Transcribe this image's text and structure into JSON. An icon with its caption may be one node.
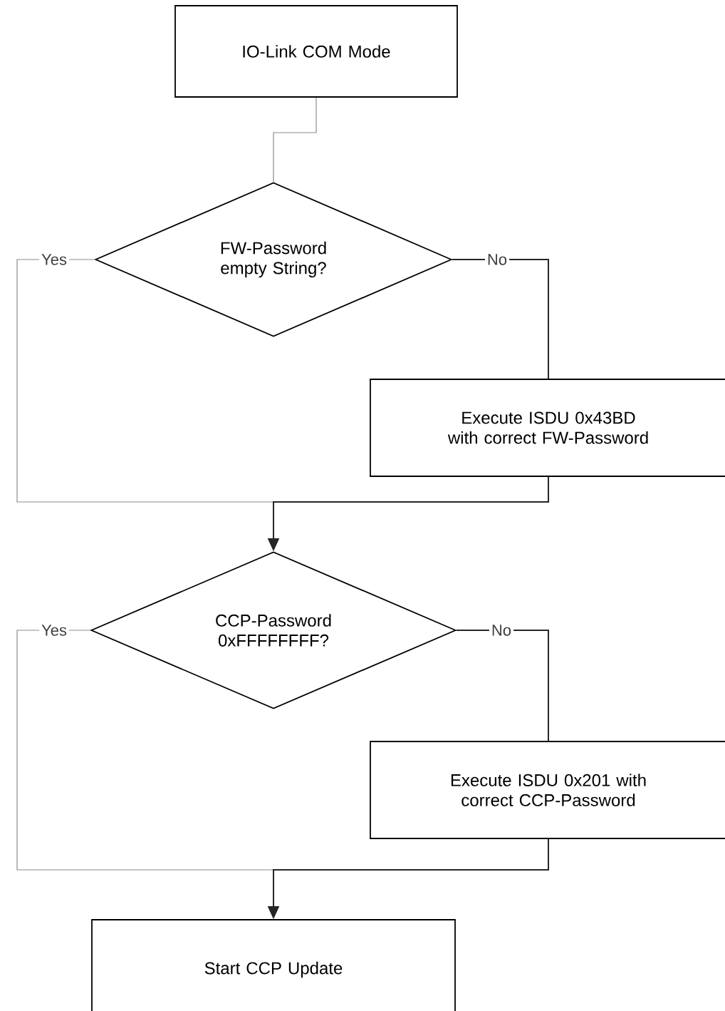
{
  "diagram": {
    "nodes": [
      {
        "text": [
          "IO-Link COM Mode"
        ]
      },
      {
        "text": [
          "FW-Password empty String?"
        ]
      },
      {
        "text": [
          "Execute ISDU 0x43BD with correct FW-Password"
        ]
      },
      {
        "text": [
          "CCP-Password 0xFFFFFFFF?"
        ]
      },
      {
        "text": [
          "Execute ISDU 0x201 with correct CCP-Password"
        ]
      },
      {
        "text": [
          "Start CCP Update"
        ]
      }
    ],
    "edges": [
      {
        "from": 0,
        "to": 1,
        "arrow": "none",
        "color": "#8c8c8c"
      },
      {
        "from": 1,
        "to": 3,
        "arrow": "to",
        "label": "Yes",
        "color": "#8c8c8c"
      },
      {
        "from": 1,
        "to": 2,
        "arrow": "none",
        "label": "No"
      },
      {
        "from": 2,
        "to": 3,
        "arrow": "to"
      },
      {
        "from": 3,
        "to": 5,
        "arrow": "to",
        "label": "Yes",
        "color": "#8c8c8c"
      },
      {
        "from": 3,
        "to": 4,
        "arrow": "none",
        "label": "No"
      },
      {
        "from": 4,
        "to": 5,
        "arrow": "to"
      }
    ]
  }
}
